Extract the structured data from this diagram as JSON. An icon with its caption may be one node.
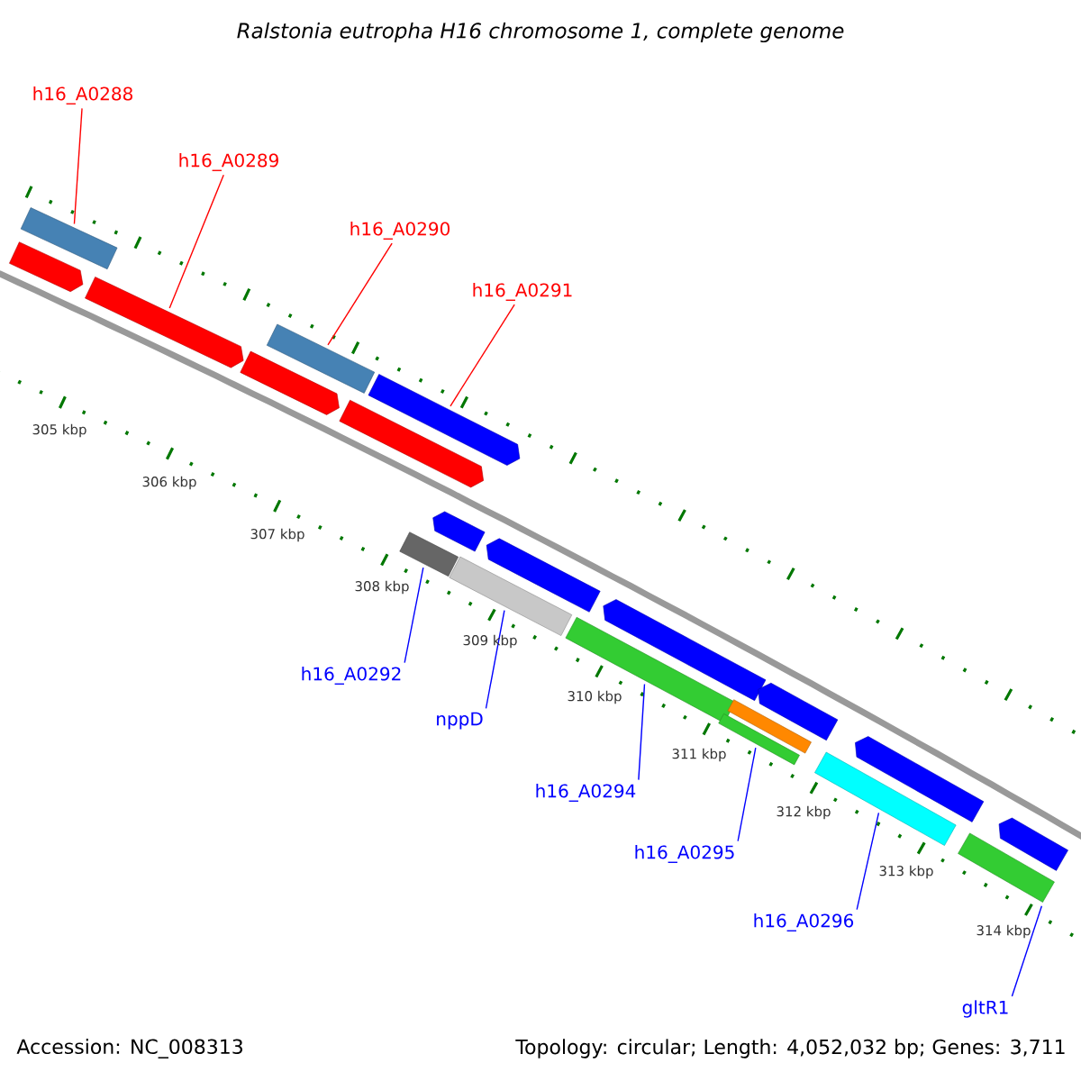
{
  "diagram": {
    "title": "Ralstonia eutropha H16 chromosome 1, complete genome",
    "nodes": [
      {
        "text": [
          "h16_A0288"
        ]
      },
      {
        "text": [
          "h16_A0289"
        ]
      },
      {
        "text": [
          "h16_A0290"
        ]
      },
      {
        "text": [
          "h16_A0291"
        ]
      },
      {
        "text": [
          "h16_A0292"
        ]
      },
      {
        "text": [
          "nppD"
        ]
      },
      {
        "text": [
          "h16_A0294"
        ]
      },
      {
        "text": [
          "h16_A0295"
        ]
      },
      {
        "text": [
          "h16_A0296"
        ]
      },
      {
        "text": [
          "gltR1"
        ]
      },
      {
        "text": [],
        "shape": "bar"
      },
      {
        "text": [],
        "shape": "pentagon"
      },
      {
        "text": [],
        "shape": "bar"
      },
      {
        "text": [],
        "shape": "pentagon"
      },
      {
        "text": [],
        "shape": "bar"
      },
      {
        "text": [],
        "shape": "bar"
      },
      {
        "text": [],
        "shape": "bar"
      },
      {
        "text": [],
        "shape": "bar"
      },
      {
        "text": [],
        "shape": "bar"
      },
      {
        "text": [],
        "shape": "bar"
      },
      {
        "text": [],
        "shape": "pentagon"
      },
      {
        "text": [],
        "shape": "pentagon"
      },
      {
        "text": [],
        "shape": "pentagon"
      },
      {
        "text": [],
        "shape": "pentagon"
      },
      {
        "text": [],
        "shape": "pentagon"
      },
      {
        "text": [],
        "shape": "pentagon"
      },
      {
        "text": [],
        "shape": "bar"
      },
      {
        "text": [],
        "shape": "pentagon"
      },
      {
        "text": [],
        "shape": "pentagon"
      },
      {
        "text": [],
        "shape": "pentagon"
      }
    ],
    "edges": [
      {
        "from": 0,
        "to": 10,
        "arrow": "none",
        "color": "#ff0000"
      },
      {
        "from": 1,
        "to": 11,
        "arrow": "none",
        "color": "#ff0000"
      },
      {
        "from": 2,
        "to": 12,
        "arrow": "none",
        "color": "#ff0000"
      },
      {
        "from": 3,
        "to": 13,
        "arrow": "none",
        "color": "#ff0000"
      },
      {
        "from": 4,
        "to": 14,
        "arrow": "none"
      },
      {
        "from": 5,
        "to": 15,
        "arrow": "none"
      },
      {
        "from": 6,
        "to": 16,
        "arrow": "none"
      },
      {
        "from": 7,
        "to": 17,
        "arrow": "none"
      },
      {
        "from": 8,
        "to": 18,
        "arrow": "none"
      },
      {
        "from": 9,
        "to": 19,
        "arrow": "none"
      }
    ],
    "labels": [
      "305 kbp",
      "306 kbp",
      "307 kbp",
      "308 kbp",
      "309 kbp",
      "310 kbp",
      "311 kbp",
      "312 kbp",
      "313 kbp",
      "314 kbp",
      "Accession: NC_008313",
      "Topology: circular; Length: 4,052,032 bp; Genes: 3,711"
    ]
  }
}
